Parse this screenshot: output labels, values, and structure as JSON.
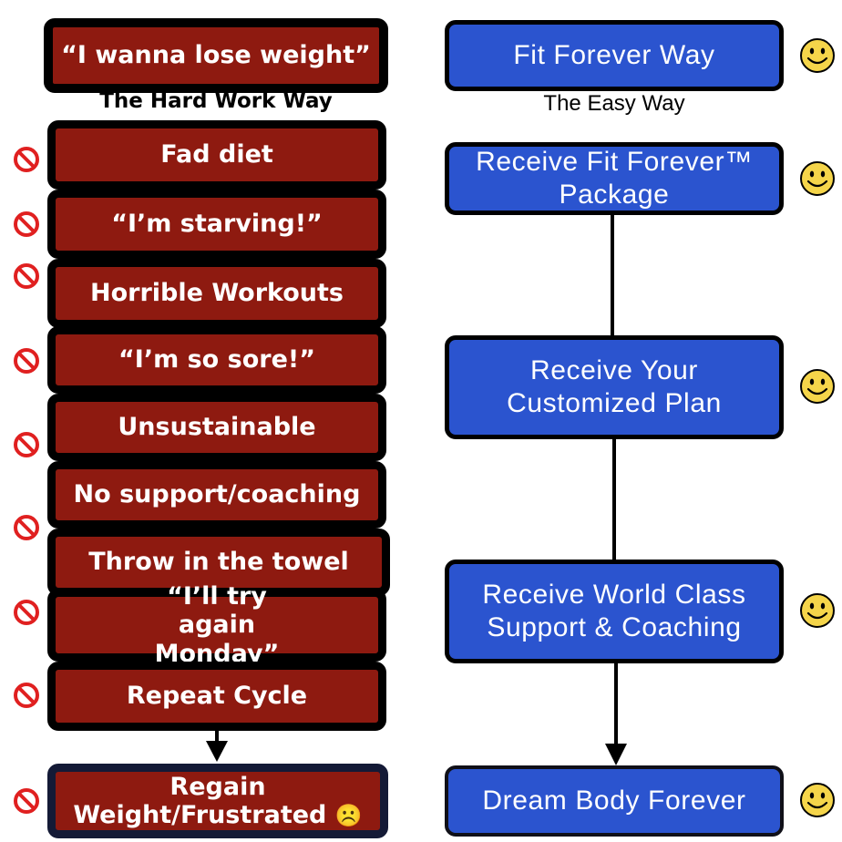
{
  "hard_way": {
    "header": "“I wanna lose weight”",
    "label": "The Hard Work Way",
    "steps": [
      "Fad diet",
      "“I’m starving!”",
      "Horrible Workouts",
      "“I’m so sore!”",
      "Unsustainable",
      "No support/coaching",
      "Throw in the towel",
      "“I’ll try again Monday”",
      "Repeat Cycle"
    ],
    "result": "Regain Weight/Frustrated",
    "result_emoji": "☹️"
  },
  "easy_way": {
    "header": "Fit Forever Way",
    "label": "The Easy Way",
    "steps": [
      "Receive Fit Forever™ Package",
      "Receive Your Customized Plan",
      "Receive World Class Support & Coaching",
      "Dream Body Forever"
    ]
  },
  "colors": {
    "hard_fill": "#8e1a10",
    "easy_fill": "#2b54cf",
    "ban_red": "#e02020",
    "smiley_yellow": "#f5d54a"
  },
  "icons": {
    "hard_marker": "no-entry-icon",
    "easy_marker": "smiley-icon"
  }
}
